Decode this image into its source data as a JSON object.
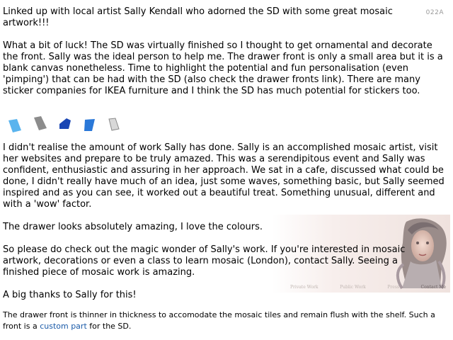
{
  "page": {
    "id_label": "022A",
    "intro": "Linked up with local artist Sally Kendall who adorned the SD with some great mosaic artwork!!!",
    "luck": "What a bit of luck! The SD was virtually finished so I thought to get ornamental and decorate the front. Sally was the ideal person to help me. The drawer front is only a small area but it is a blank canvas nonetheless. Time to highlight the potential and fun personalisation (even 'pimping') that can be had with the SD (also check the drawer fronts link). There are many sticker companies for IKEA furniture and I think the SD has much potential for stickers too.",
    "sally": "I didn't realise the amount of work Sally has done. Sally is an accomplished mosaic artist, visit her websites and prepare to be truly amazed. This was a serendipitous event and Sally was confident, enthusiastic and assuring in her approach. We sat in a cafe, discussed what could be done, I didn't really have much of an idea, just some waves, something basic, but Sally seemed inspired and as you can see, it worked out a beautiful treat. Something unusual, different and with a 'wow' factor.",
    "drawer": "The drawer looks absolutely amazing, I love the colours.",
    "please": "So please do check out the magic wonder of Sally's work. If you're interested in mosaic artwork, decorations or even a class to learn mosaic (London), contact Sally. Seeing a finished piece of mosaic work is amazing.",
    "thanks": "A big thanks to Sally for this!",
    "note_before": "The drawer front is thinner in thickness to accomodate the mosaic tiles and remain flush with the shelf. Such a front is a ",
    "note_link": "custom part",
    "note_after": " for the SD."
  },
  "banner": {
    "nav": [
      "Private Work",
      "Public Work",
      "Press",
      "Contact Me"
    ]
  },
  "colors": {
    "link": "#1a5aa8",
    "tile_1": "#5ab4ee",
    "tile_2": "#8c8c8c",
    "tile_3": "#1a46b4",
    "tile_4": "#2a78d8",
    "tile_5": "#c8c8c8"
  }
}
